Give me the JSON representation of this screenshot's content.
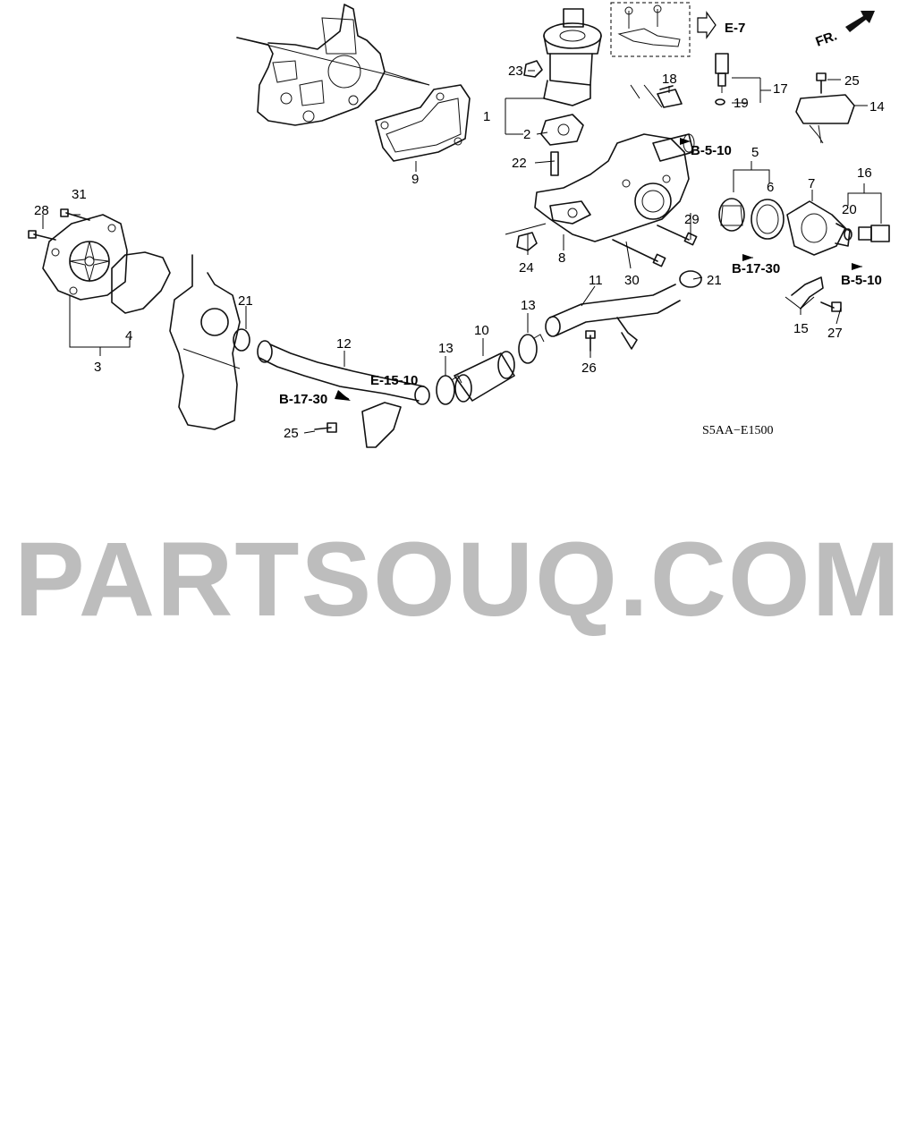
{
  "diagram": {
    "code": "S5AA−E1500",
    "direction_label": "FR.",
    "parts": [
      "1",
      "2",
      "3",
      "4",
      "5",
      "6",
      "7",
      "8",
      "9",
      "10",
      "11",
      "12",
      "13",
      "13",
      "14",
      "15",
      "16",
      "17",
      "18",
      "19",
      "20",
      "21",
      "21",
      "22",
      "23",
      "24",
      "25",
      "25",
      "26",
      "27",
      "28",
      "29",
      "30",
      "31"
    ],
    "references": [
      "E-7",
      "B-5-10",
      "B-5-10",
      "B-17-30",
      "B-17-30",
      "E-15-10"
    ]
  },
  "watermark": "PARTSOUQ.COM"
}
